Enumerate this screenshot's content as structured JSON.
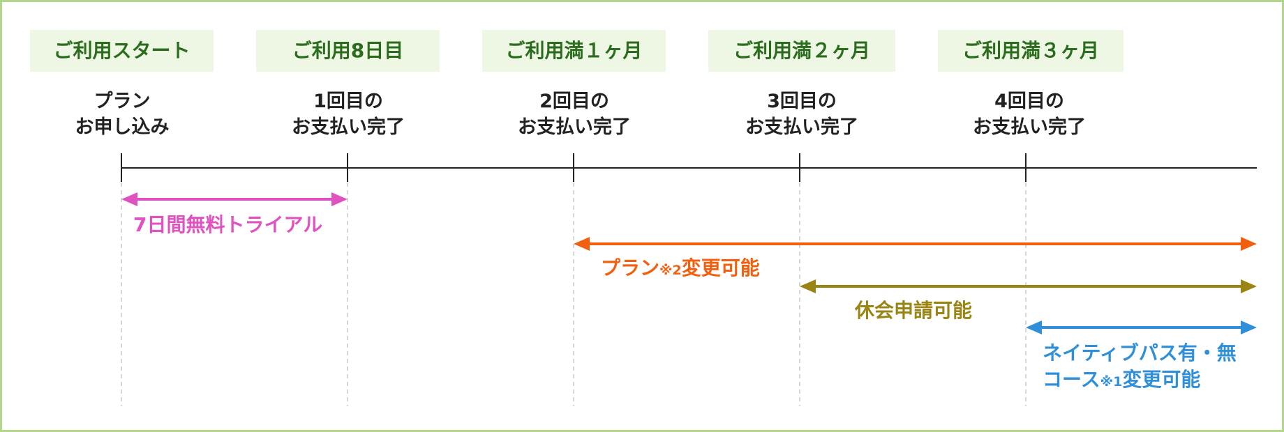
{
  "colors": {
    "border": "#b3d78a",
    "stage_bg": "#eef7e3",
    "stage_text": "#2b6c1f",
    "milestone_text": "#222222",
    "axis": "#222222",
    "guide": "#c8c8c8",
    "trial": "#e052c0",
    "plan_change": "#f2600f",
    "suspend": "#9a8414",
    "pass_change": "#2f8fd8"
  },
  "stages": [
    {
      "label": "ご利用スタート"
    },
    {
      "label": "ご利用8日目"
    },
    {
      "label": "ご利用満１ヶ月"
    },
    {
      "label": "ご利用満２ヶ月"
    },
    {
      "label": "ご利用満３ヶ月"
    }
  ],
  "milestones": [
    {
      "line1": "プラン",
      "line2": "お申し込み"
    },
    {
      "line1": "1回目の",
      "line2": "お支払い完了"
    },
    {
      "line1": "2回目の",
      "line2": "お支払い完了"
    },
    {
      "line1": "3回目の",
      "line2": "お支払い完了"
    },
    {
      "line1": "4回目の",
      "line2": "お支払い完了"
    }
  ],
  "periods": [
    {
      "label": "7日間無料トライアル",
      "from_milestone": 0,
      "to_milestone": 1,
      "open_end": false,
      "color_key": "trial"
    },
    {
      "label": "プラン",
      "note": "※2",
      "label_tail": "変更可能",
      "from_milestone": 2,
      "open_end": true,
      "color_key": "plan_change"
    },
    {
      "label": "休会申請可能",
      "from_milestone": 3,
      "open_end": true,
      "color_key": "suspend"
    },
    {
      "label_line1": "ネイティブパス有・無",
      "label_line2_head": "コース",
      "note": "※1",
      "label_line2_tail": "変更可能",
      "from_milestone": 4,
      "open_end": true,
      "color_key": "pass_change"
    }
  ]
}
